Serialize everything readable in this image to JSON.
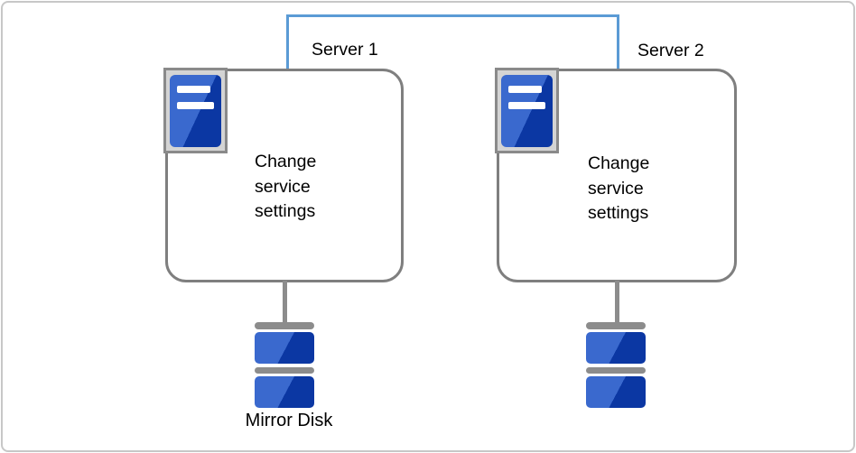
{
  "colors": {
    "connector-blue": "#5B9BD5",
    "line-gray": "#8C8C8C",
    "box-border": "#7F7F7F",
    "icon-frame-fill": "#D4D4D4",
    "icon-frame-border": "#8A8A8A",
    "blue-light": "#3A69CE",
    "blue-dark": "#0B37A3",
    "frame-border": "#C7C7C7",
    "text-color": "#000000"
  },
  "icons": {
    "server": "server-icon",
    "disk": "disk-stack-icon"
  },
  "servers": [
    {
      "label": "Server 1",
      "service_text": "Change\nservice\nsettings"
    },
    {
      "label": "Server 2",
      "service_text": "Change\nservice\nsettings"
    }
  ],
  "mirror_disk_label": "Mirror Disk"
}
